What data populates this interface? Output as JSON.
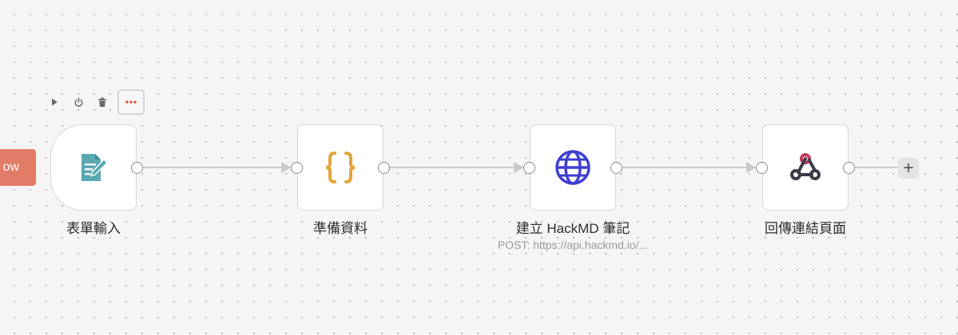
{
  "trigger_tab": {
    "label": "ow"
  },
  "toolbar": {
    "buttons": [
      "play-icon",
      "power-icon",
      "trash-icon",
      "more-options-icon"
    ]
  },
  "nodes": [
    {
      "label": "表單輸入",
      "icon": "form-icon",
      "subtitle": ""
    },
    {
      "label": "準備資料",
      "icon": "code-braces-icon",
      "subtitle": ""
    },
    {
      "label": "建立 HackMD 筆記",
      "icon": "globe-icon",
      "subtitle": "POST: https://api.hackmd.io/..."
    },
    {
      "label": "回傳連結頁面",
      "icon": "webhook-icon",
      "subtitle": ""
    }
  ],
  "add_button": {
    "label": "+"
  },
  "colors": {
    "trigger_tab": "#e27c66",
    "form_icon": "#5aa8b0",
    "braces_icon": "#e3a43c",
    "globe_icon": "#3f3fd1",
    "webhook_dark": "#3c3c46",
    "webhook_red": "#c73a5b",
    "active_dots": "#e0452b"
  }
}
